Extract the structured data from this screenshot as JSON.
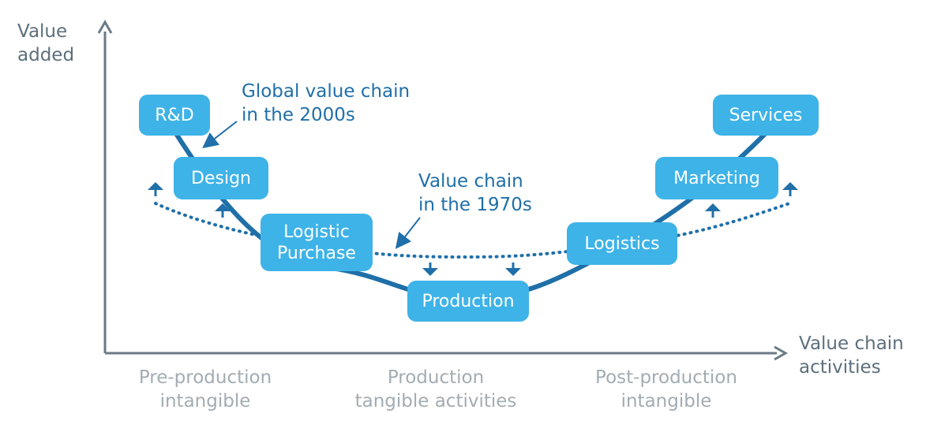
{
  "axes": {
    "y_label": "Value\nadded",
    "x_label": "Value chain\nactivities"
  },
  "categories": {
    "pre": "Pre-production\nintangible",
    "production": "Production\ntangible activities",
    "post": "Post-production\nintangible"
  },
  "annotations": {
    "gvc_2000s": "Global value chain\nin the 2000s",
    "vc_1970s": "Value chain\nin the 1970s"
  },
  "nodes": {
    "rnd": "R&D",
    "design": "Design",
    "logistic_purchase": "Logistic\nPurchase",
    "production": "Production",
    "logistics": "Logistics",
    "marketing": "Marketing",
    "services": "Services"
  },
  "colors": {
    "curve_2000s": "#1f6fa8",
    "curve_1970s": "#1f6fa8",
    "node_fill": "#3eb3e7",
    "axis": "#6b7a85"
  }
}
